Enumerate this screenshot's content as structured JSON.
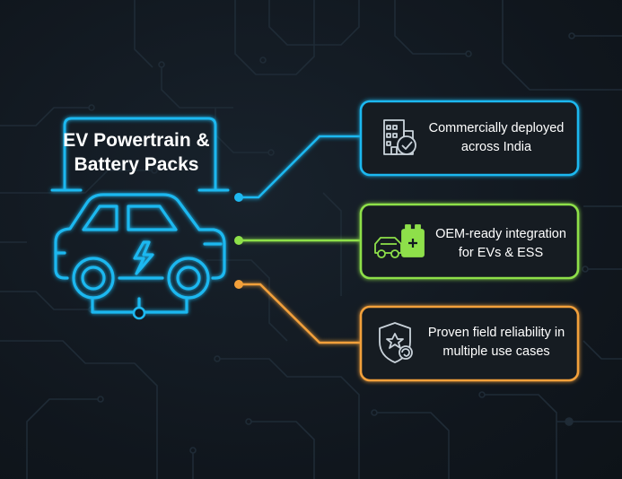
{
  "title": {
    "line1": "EV Powertrain &",
    "line2": "Battery Packs"
  },
  "features": [
    {
      "line1": "Commercially deployed",
      "line2": "across India",
      "color": "#1eb8f0",
      "icon": "building-check-icon"
    },
    {
      "line1": "OEM-ready integration",
      "line2": "for EVs & ESS",
      "color": "#8ee04a",
      "icon": "car-battery-icon"
    },
    {
      "line1": "Proven field reliability in",
      "line2": "multiple use cases",
      "color": "#f2a03a",
      "icon": "shield-star-icon"
    }
  ],
  "colors": {
    "background": "#111820",
    "circuit": "#1f2b36",
    "blue": "#1eb8f0",
    "green": "#8ee04a",
    "orange": "#f2a03a"
  }
}
